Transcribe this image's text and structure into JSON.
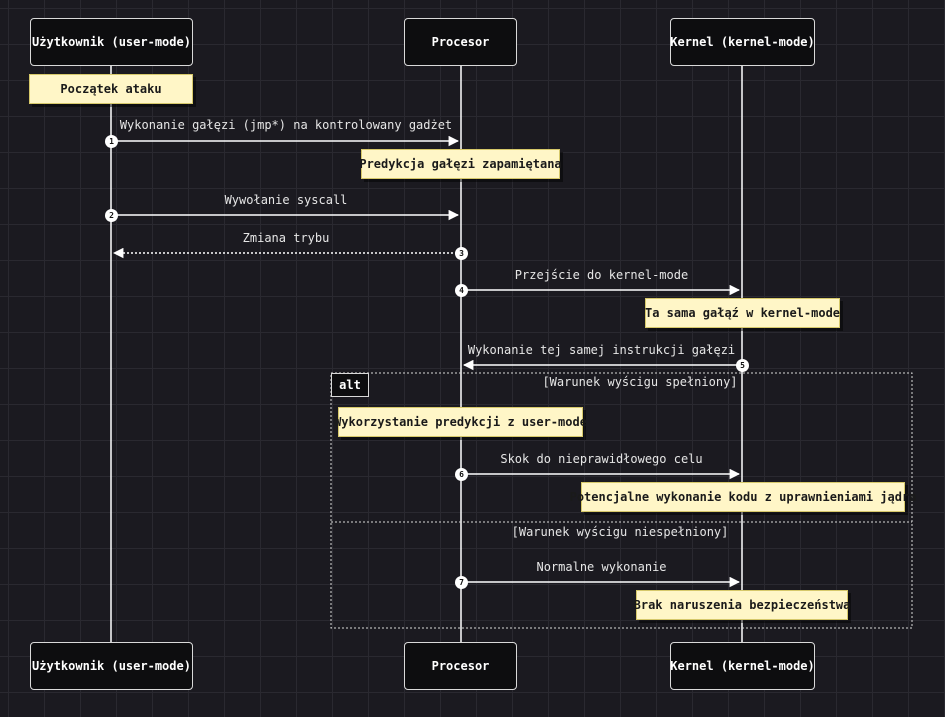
{
  "actors": [
    {
      "id": "user",
      "label": "Użytkownik (user-mode)"
    },
    {
      "id": "cpu",
      "label": "Procesor"
    },
    {
      "id": "kernel",
      "label": "Kernel (kernel-mode)"
    }
  ],
  "notes": [
    {
      "text": "Początek ataku"
    },
    {
      "text": "Predykcja gałęzi zapamiętana"
    },
    {
      "text": "Ta sama gałąź w kernel-mode"
    },
    {
      "text": "Wykorzystanie predykcji z user-mode"
    },
    {
      "text": "Potencjalne wykonanie kodu z uprawnieniami jądra"
    },
    {
      "text": "Brak naruszenia bezpieczeństwa"
    }
  ],
  "messages": [
    {
      "num": "1",
      "text": "Wykonanie gałęzi (jmp*) na kontrolowany gadżet",
      "from": "user",
      "to": "cpu",
      "style": "solid"
    },
    {
      "num": "2",
      "text": "Wywołanie syscall",
      "from": "user",
      "to": "cpu",
      "style": "solid"
    },
    {
      "num": "3",
      "text": "Zmiana trybu",
      "from": "cpu",
      "to": "user",
      "style": "dotted"
    },
    {
      "num": "4",
      "text": "Przejście do kernel-mode",
      "from": "cpu",
      "to": "kernel",
      "style": "solid"
    },
    {
      "num": "5",
      "text": "Wykonanie tej samej instrukcji gałęzi",
      "from": "kernel",
      "to": "cpu",
      "style": "solid"
    },
    {
      "num": "6",
      "text": "Skok do nieprawidłowego celu",
      "from": "cpu",
      "to": "kernel",
      "style": "solid"
    },
    {
      "num": "7",
      "text": "Normalne wykonanie",
      "from": "cpu",
      "to": "kernel",
      "style": "solid"
    }
  ],
  "alt": {
    "label": "alt",
    "condition_true": "[Warunek wyścigu spełniony]",
    "condition_false": "[Warunek wyścigu niespełniony]"
  },
  "colors": {
    "background": "#1b1a20",
    "line": "#ffffff",
    "note_bg": "#fff6c7",
    "actor_bg": "#0d0d0f"
  }
}
